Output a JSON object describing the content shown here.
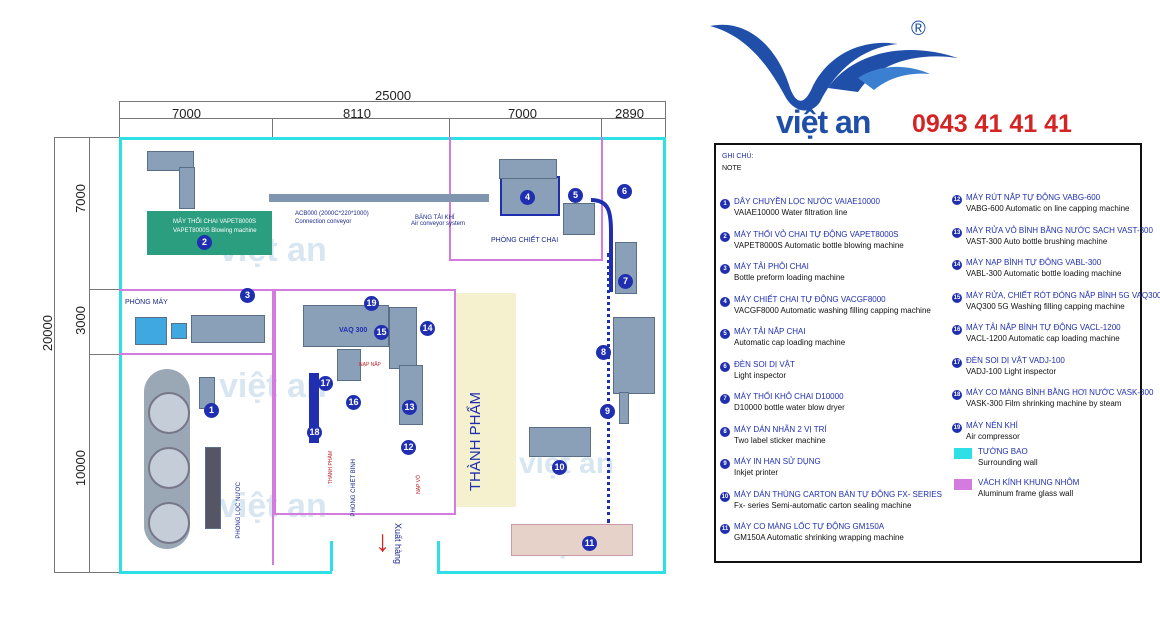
{
  "brand": {
    "name": "việt an",
    "phone": "0943 41 41 41",
    "registered": "®",
    "colors": {
      "blue": "#1f4fa8",
      "red": "#d42424",
      "wall": "#2ee0e6",
      "glass": "#d47be0"
    }
  },
  "dimensions": {
    "total_width": "25000",
    "segments": [
      "7000",
      "8110",
      "7000",
      "2890"
    ],
    "total_height": "20000",
    "height_segments": [
      "7000",
      "3000",
      "10000"
    ]
  },
  "rooms": {
    "may_room": "PHÒNG MÁY",
    "chiet_chai": "PHÒNG CHIẾT CHAI",
    "thanh_pham": "THÀNH PHẨM",
    "loc_nuoc": "PHÒNG LỌC NƯỚC",
    "chiet_binh": "PHÒNG CHIẾT BÌNH",
    "xuat_hang": "Xuất hàng"
  },
  "plan_labels": {
    "blowing_a": "MÁY THỔI CHAI VAPET8000S",
    "blowing_b": "VAPET8000S Blowing machine",
    "conveyor_a": "ACB000 (2000C*220*1000)",
    "conveyor_b": "Connection conveyor",
    "air_a": "BĂNG TẢI KHÍ",
    "air_b": "Air conveyor system",
    "vaq": "VAQ 300",
    "nap_nap": "NẠP NẮP",
    "thanh_pham_small": "THÀNH PHẨM",
    "nap_vo": "NẠP VỎ"
  },
  "legend": {
    "title": "GHI CHÚ:",
    "subtitle": "NOTE",
    "left": [
      {
        "n": "1",
        "a": "DÂY CHUYỀN LỌC NƯỚC VAIAE10000",
        "b": "VAIAE10000 Water filtration line"
      },
      {
        "n": "2",
        "a": "MÁY THỔI VỎ CHAI TỰ ĐỘNG VAPET8000S",
        "b": "VAPET8000S Automatic bottle blowing machine"
      },
      {
        "n": "3",
        "a": "MÁY TẢI PHÔI CHAI",
        "b": "Bottle preform loading machine"
      },
      {
        "n": "4",
        "a": "MÁY CHIẾT CHAI TỰ ĐỘNG VACGF8000",
        "b": "VACGF8000 Automatic washing filling capping machine"
      },
      {
        "n": "5",
        "a": "MÁY TẢI NẮP CHAI",
        "b": "Automatic cap loading machine"
      },
      {
        "n": "6",
        "a": "ĐÈN SOI DỊ VẬT",
        "b": "Light inspector"
      },
      {
        "n": "7",
        "a": "MÁY THỔI KHÔ CHAI D10000",
        "b": "D10000 bottle water blow dryer"
      },
      {
        "n": "8",
        "a": "MÁY DÁN NHÃN 2 VỊ TRÍ",
        "b": "Two label sticker machine"
      },
      {
        "n": "9",
        "a": "MÁY IN HẠN SỬ DỤNG",
        "b": "Inkjet printer"
      },
      {
        "n": "10",
        "a": "MÁY DÁN THÙNG CARTON BÁN TỰ ĐỘNG FX- SERIES",
        "b": "Fx- series Semi-automatic carton sealing machine"
      },
      {
        "n": "11",
        "a": "MÁY CO MÀNG LỐC TỰ ĐỘNG GM150A",
        "b": "GM150A Automatic shrinking wrapping machine"
      }
    ],
    "right": [
      {
        "n": "12",
        "a": "MÁY RÚT NẮP TỰ ĐỘNG VABG-600",
        "b": "VABG-600 Automatic on line capping machine"
      },
      {
        "n": "13",
        "a": "MÁY RỬA VỎ BÌNH BẰNG NƯỚC SẠCH VAST-300",
        "b": "VAST-300 Auto bottle brushing machine"
      },
      {
        "n": "14",
        "a": "MÁY NẠP BÌNH TỰ ĐỘNG VABL-300",
        "b": "VABL-300 Automatic bottle loading machine"
      },
      {
        "n": "15",
        "a": "MÁY RỬA, CHIẾT RÓT ĐÓNG NẮP BÌNH 5G VAQ300",
        "b": "VAQ300 5G Washing filling capping machine"
      },
      {
        "n": "16",
        "a": "MÁY TẢI NẮP BÌNH TỰ ĐỘNG VACL-1200",
        "b": "VACL-1200 Automatic cap loading machine"
      },
      {
        "n": "17",
        "a": "ĐÈN SOI DỊ VẬT VADJ-100",
        "b": "VADJ-100 Light inspector"
      },
      {
        "n": "18",
        "a": "MÁY CO MÀNG BÌNH BẰNG HƠI NƯỚC VASK-300",
        "b": "VASK-300 Film shrinking machine by steam"
      },
      {
        "n": "19",
        "a": "MÁY NÉN KHÍ",
        "b": "Air compressor"
      }
    ],
    "wall_a": "TƯỜNG BAO",
    "wall_b": "Surrounding wall",
    "glass_a": "VÁCH KÍNH KHUNG NHÔM",
    "glass_b": "Aluminum frame glass wall"
  }
}
